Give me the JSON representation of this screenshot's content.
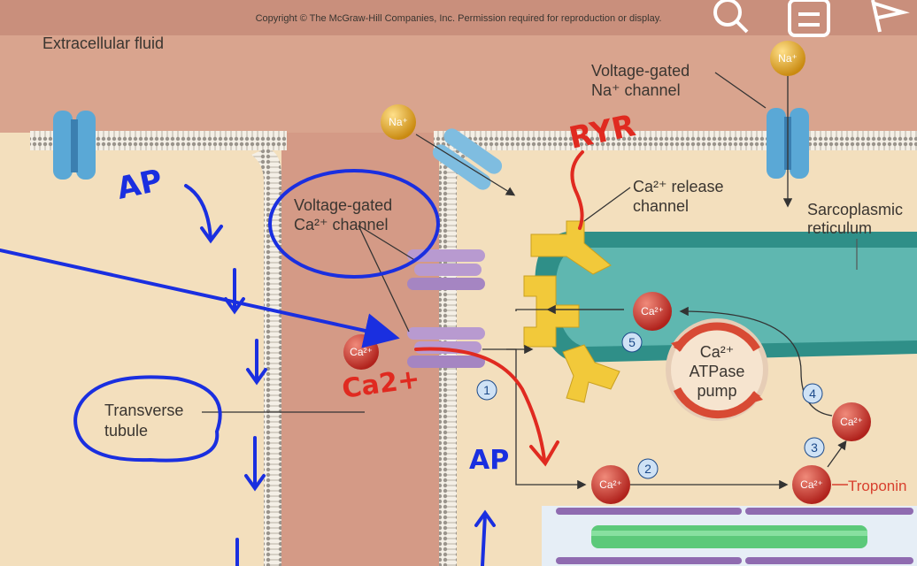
{
  "copyright": "Copyright © The McGraw-Hill Companies, Inc. Permission required for reproduction or display.",
  "labels": {
    "extracellular_fluid": "Extracellular fluid",
    "voltage_gated_na_line1": "Voltage-gated",
    "voltage_gated_na_line2": "Na⁺ channel",
    "voltage_gated_ca_line1": "Voltage-gated",
    "voltage_gated_ca_line2": "Ca²⁺ channel",
    "ca_release_line1": "Ca²⁺ release",
    "ca_release_line2": "channel",
    "sarcoplasmic_line1": "Sarcoplasmic",
    "sarcoplasmic_line2": "reticulum",
    "transverse_line1": "Transverse",
    "transverse_line2": "tubule",
    "atpase_line1": "Ca²⁺",
    "atpase_line2": "ATPase",
    "atpase_line3": "pump",
    "troponin": "Troponin"
  },
  "ions": {
    "na": "Na⁺",
    "ca": "Ca²⁺"
  },
  "steps": [
    "1",
    "2",
    "3",
    "4",
    "5"
  ],
  "annotations": {
    "ryr": "RYR",
    "ap_left": "AP",
    "ap_right": "AP",
    "ca_handwritten": "Ca2+"
  },
  "toolbar": {
    "search": "search-icon",
    "notes": "notes-icon",
    "flag": "flag-icon"
  },
  "colors": {
    "extracellular": "#d9a48e",
    "cytoplasm": "#f3dfbd",
    "sr_teal": "#2f8f88",
    "ion_red": "#c8302a",
    "na_gold": "#e0a020",
    "pen_blue": "#1a2fe0",
    "pen_red": "#e02a20"
  }
}
